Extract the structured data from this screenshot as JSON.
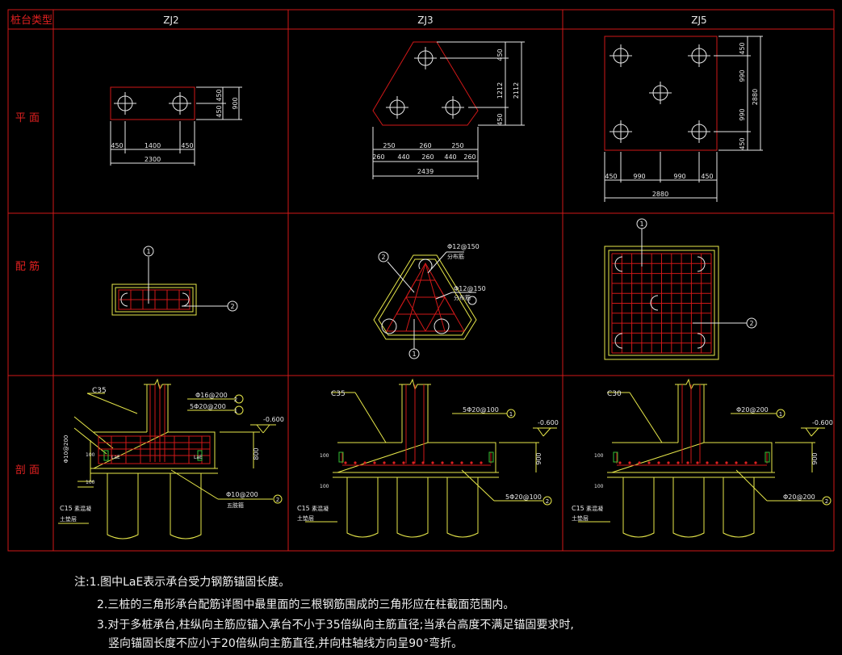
{
  "table": {
    "corner_label": "桩台类型",
    "columns": [
      "ZJ2",
      "ZJ3",
      "ZJ5"
    ],
    "rows": [
      "平 面",
      "配 筋",
      "剖 面"
    ]
  },
  "plan": {
    "zj2": {
      "h1": "450",
      "h2": "450",
      "h_total": "900",
      "w1": "450",
      "w2": "1400",
      "w3": "450",
      "w_total": "2300"
    },
    "zj3": {
      "v1": "450",
      "v2": "1212",
      "v3": "450",
      "v_total": "2112",
      "b1": "250",
      "b2": "260",
      "b3": "250",
      "c1": "260",
      "c2": "440",
      "c3": "260",
      "c4": "440",
      "c5": "260",
      "total": "2439"
    },
    "zj5": {
      "v1": "450",
      "v2": "990",
      "v3": "990",
      "v4": "450",
      "v_total": "2880",
      "h1": "450",
      "h2": "990",
      "h3": "990",
      "h4": "450",
      "h_total": "2880"
    }
  },
  "rebar": {
    "zj3_label1": "Φ12@150",
    "zj3_label1_sub": "分布筋",
    "zj3_label2": "Φ12@150",
    "zj3_label2_sub": "分布筋",
    "markers": [
      "1",
      "2"
    ]
  },
  "section": {
    "zj2": {
      "concrete": "C35",
      "bar1": "Φ16@200",
      "bar2": "5Φ20@200",
      "bar3": "Φ10@200",
      "bar3_sub": "五肢箍",
      "left_bar": "Φ10@200",
      "elev": "-0.600",
      "height": "800",
      "lae": "LaE",
      "dim100": "100",
      "c15": "C15",
      "c15_sub": "素混凝",
      "base": "土垫层"
    },
    "zj3": {
      "concrete": "C35",
      "bar1": "5Φ20@100",
      "bar2": "5Φ20@100",
      "elev": "-0.600",
      "height": "900",
      "dim100": "100",
      "c15": "C15",
      "c15_sub": "素混凝",
      "base": "土垫层"
    },
    "zj5": {
      "concrete": "C30",
      "bar1": "Φ20@200",
      "bar2": "Φ20@200",
      "elev": "-0.600",
      "height": "900",
      "dim100": "100",
      "c15": "C15",
      "c15_sub": "素混凝",
      "base": "土垫层"
    }
  },
  "notes": [
    "注:1.图中LaE表示承台受力钢筋锚固长度。",
    "2.三桩的三角形承台配筋详图中最里面的三根钢筋围成的三角形应在柱截面范围内。",
    "3.对于多桩承台,柱纵向主筋应锚入承台不小于35倍纵向主筋直径;当承台高度不满足锚固要求时,",
    "竖向锚固长度不应小于20倍纵向主筋直径,并向柱轴线方向呈90°弯折。"
  ]
}
